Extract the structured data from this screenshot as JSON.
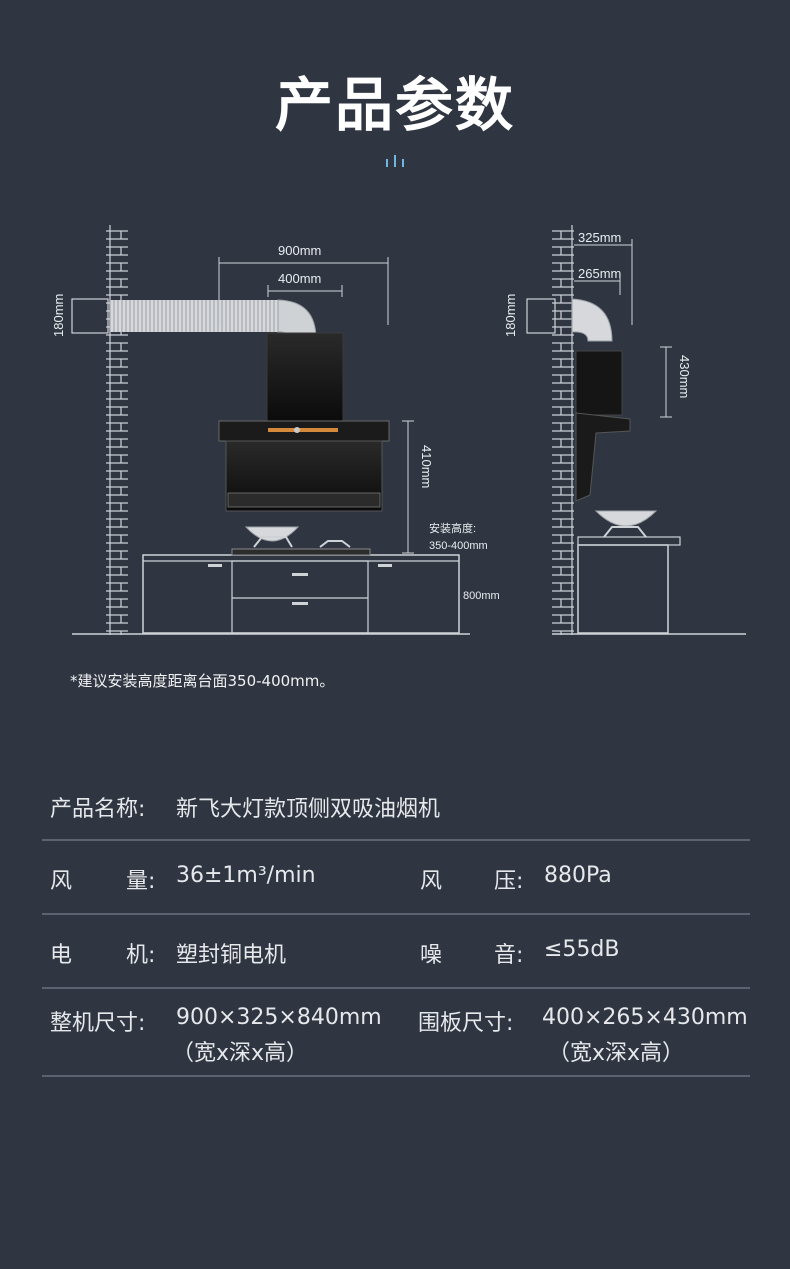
{
  "header": {
    "title": "产品参数"
  },
  "diagram": {
    "dims": {
      "w900": "900mm",
      "w400": "400mm",
      "h180_left": "180mm",
      "h410": "410mm",
      "install_label": "安装高度:",
      "install_range": "350-400mm",
      "h800": "800mm",
      "d325": "325mm",
      "d265": "265mm",
      "h180_right": "180mm",
      "h430": "430mm"
    }
  },
  "note": {
    "text": "*建议安装高度距离台面350-400mm。"
  },
  "specs": {
    "name_label": "产品名称:",
    "name_value": "新飞大灯款顶侧双吸油烟机",
    "airflow_label_a": "风",
    "airflow_label_b": "量:",
    "airflow_value": "36±1m³/min",
    "pressure_label_a": "风",
    "pressure_label_b": "压:",
    "pressure_value": "880Pa",
    "motor_label_a": "电",
    "motor_label_b": "机:",
    "motor_value": "塑封铜电机",
    "noise_label_a": "噪",
    "noise_label_b": "音:",
    "noise_value": "≤55dB",
    "size_label": "整机尺寸:",
    "size_value": "900×325×840mm",
    "size_note": "（宽x深x高）",
    "panel_label": "围板尺寸:",
    "panel_value": "400×265×430mm",
    "panel_note": "（宽x深x高）"
  }
}
